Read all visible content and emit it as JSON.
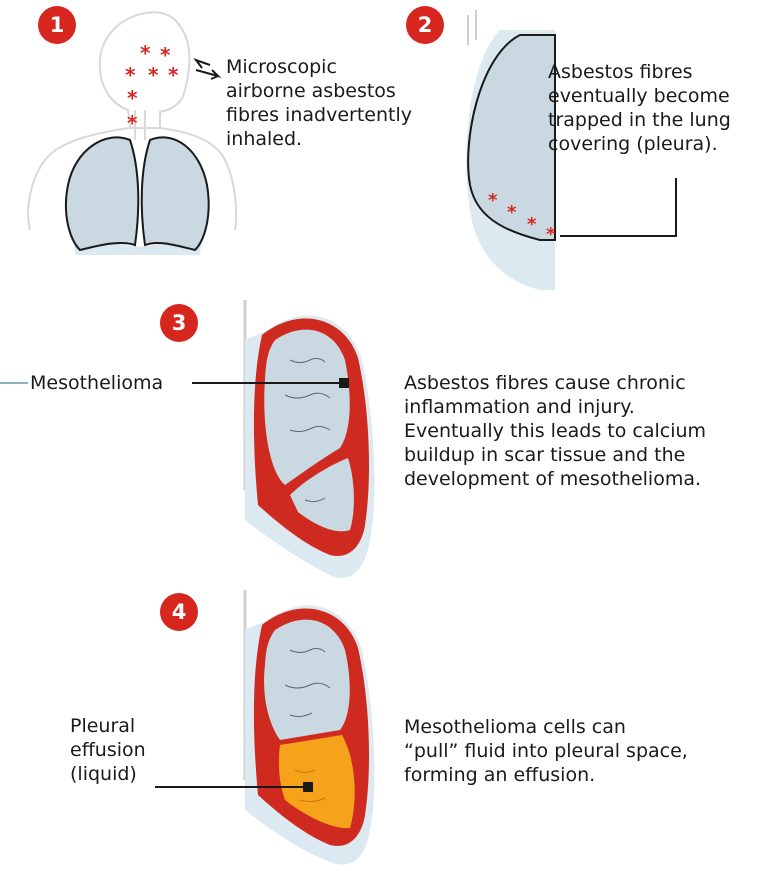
{
  "steps": [
    {
      "number": "1",
      "caption_lines": [
        "Microscopic",
        "airborne asbestos",
        "fibres inadvertently",
        "inhaled."
      ]
    },
    {
      "number": "2",
      "caption_lines": [
        "Asbestos fibres",
        "eventually become",
        "trapped in the lung",
        "covering (pleura)."
      ]
    },
    {
      "number": "3",
      "label": "Mesothelioma",
      "caption_lines": [
        "Asbestos fibres cause chronic",
        "inflammation and injury.",
        "Eventually this leads to calcium",
        "buildup in scar tissue and the",
        "development of mesothelioma."
      ]
    },
    {
      "number": "4",
      "label_lines": [
        "Pleural",
        "effusion",
        "(liquid)"
      ],
      "caption_lines": [
        "Mesothelioma cells can",
        "“pull” fluid into pleural space,",
        "forming an effusion."
      ]
    }
  ],
  "colors": {
    "badge": "#d7261e",
    "lung_fill": "#c9d8e1",
    "pleura_light": "#dde9f1",
    "tumor": "#cf2a20",
    "effusion": "#f6a21a",
    "body_outline": "#d9d9d9"
  }
}
